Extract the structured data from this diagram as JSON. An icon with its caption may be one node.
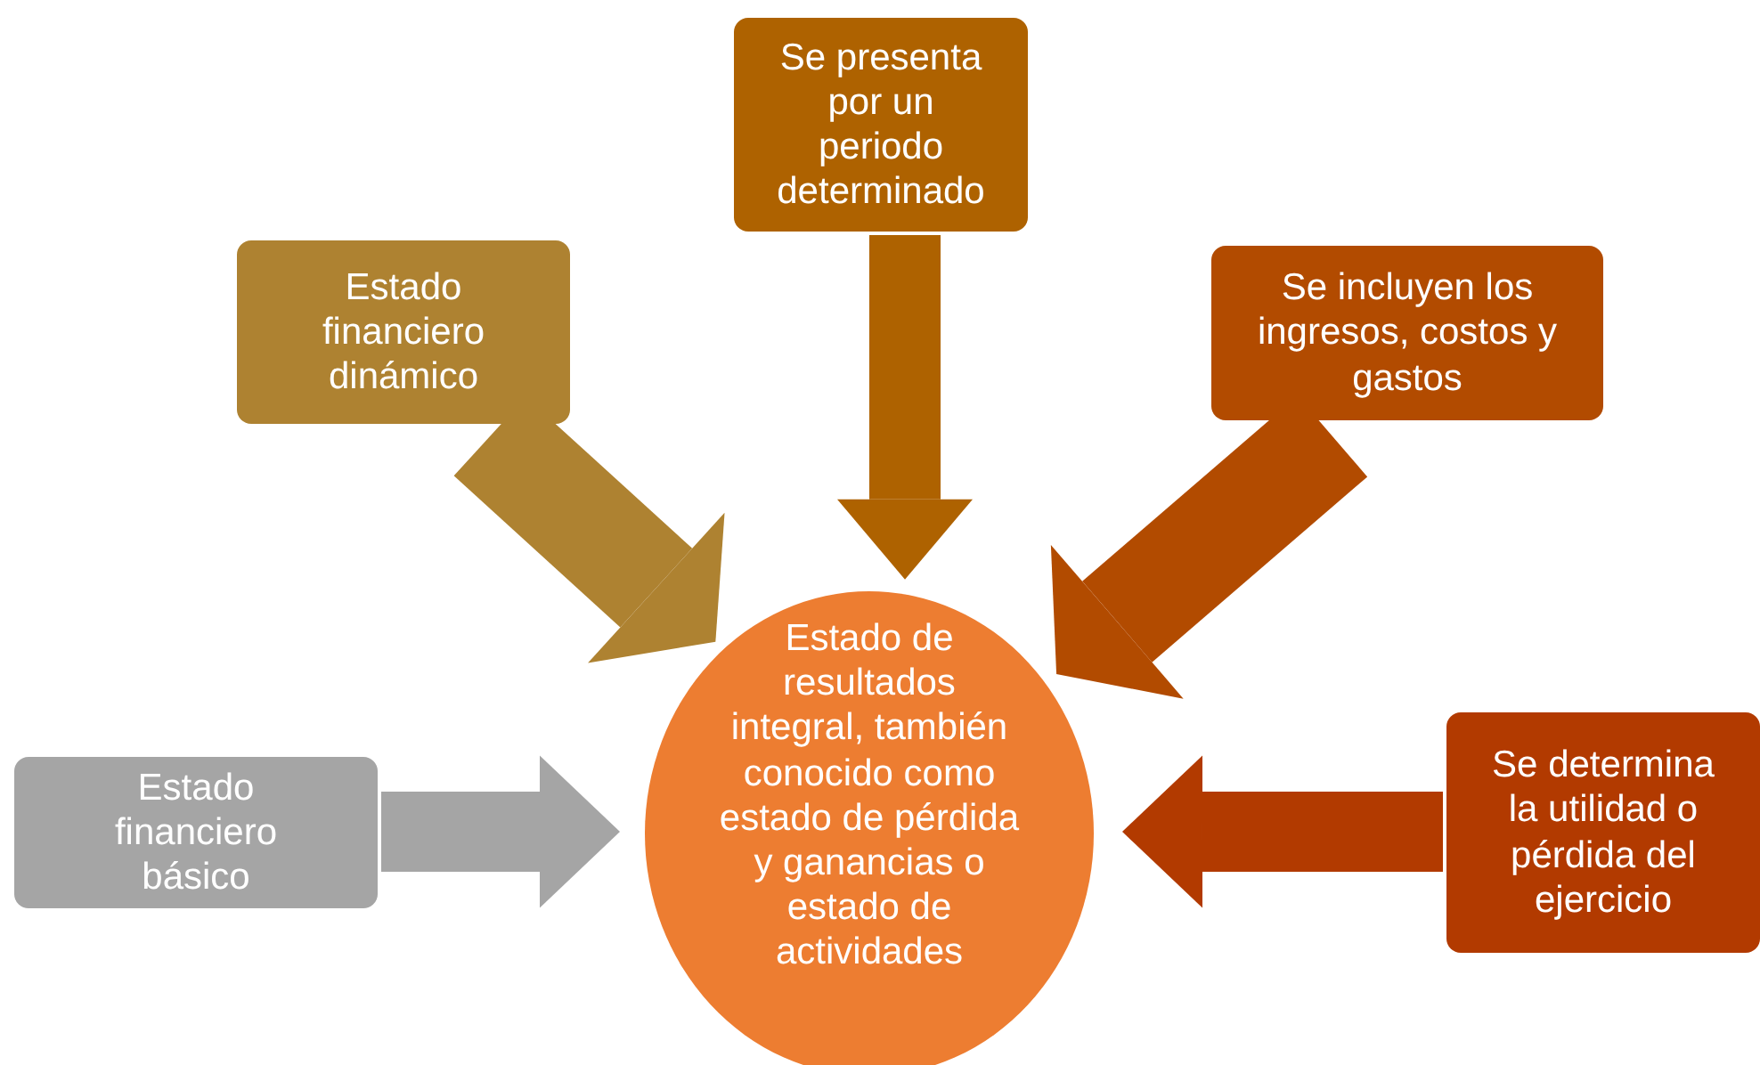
{
  "diagram": {
    "nodes": [
      {
        "text": [
          "Estado de resultados integral, también conocido como estado de pérdida y ganancias o estado de actividades"
        ]
      },
      {
        "text": [
          "Se presenta por un periodo determinado"
        ]
      },
      {
        "text": [
          "Estado financiero dinámico"
        ]
      },
      {
        "text": [
          "Se incluyen los ingresos, costos y gastos"
        ]
      },
      {
        "text": [
          "Estado financiero básico"
        ]
      },
      {
        "text": [
          "Se determina la utilidad o pérdida del ejercicio"
        ]
      }
    ],
    "edges": [
      {
        "from": 1,
        "to": 0,
        "arrow": "to",
        "color": "#ae6200"
      },
      {
        "from": 2,
        "to": 0,
        "arrow": "to",
        "color": "#ae8231"
      },
      {
        "from": 3,
        "to": 0,
        "arrow": "to",
        "color": "#b24b00"
      },
      {
        "from": 4,
        "to": 0,
        "arrow": "to",
        "color": "#a5a5a5"
      },
      {
        "from": 5,
        "to": 0,
        "arrow": "to",
        "color": "#b23a00"
      }
    ]
  }
}
